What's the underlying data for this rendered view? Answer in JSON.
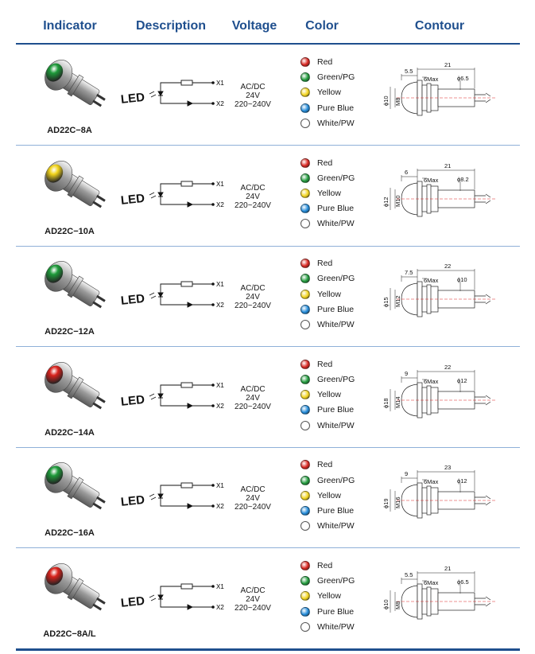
{
  "header": {
    "indicator": "Indicator",
    "description": "Description",
    "voltage": "Voltage",
    "color": "Color",
    "contour": "Contour"
  },
  "colors": {
    "accent": "#1f4f8e",
    "divider": "#8fb0d8",
    "red": "#d8231d",
    "green": "#1e9a3a",
    "yellow": "#f2d41c",
    "blue": "#1e88d8",
    "white": "#ffffff"
  },
  "rows": [
    {
      "model": "AD22C−8A",
      "lens_color": "green",
      "led_label": "LED",
      "x1": "X1",
      "x2": "X2",
      "voltage": [
        "AC/DC",
        "24V",
        "220~240V"
      ],
      "color_options": [
        "Red",
        "Green/PG",
        "Yellow",
        "Pure Blue",
        "White/PW"
      ],
      "dims": {
        "a": "5.5",
        "b": "21",
        "max": "6Max",
        "phi": "ϕ6.5",
        "outer": "ϕ10",
        "thread": "M8"
      }
    },
    {
      "model": "AD22C−10A",
      "lens_color": "yellow",
      "led_label": "LED",
      "x1": "X1",
      "x2": "X2",
      "voltage": [
        "AC/DC",
        "24V",
        "220~240V"
      ],
      "color_options": [
        "Red",
        "Green/PG",
        "Yellow",
        "Pure Blue",
        "White/PW"
      ],
      "dims": {
        "a": "6",
        "b": "21",
        "max": "6Max",
        "phi": "ϕ8.2",
        "outer": "ϕ12",
        "thread": "M10"
      }
    },
    {
      "model": "AD22C−12A",
      "lens_color": "green",
      "led_label": "LED",
      "x1": "X1",
      "x2": "X2",
      "voltage": [
        "AC/DC",
        "24V",
        "220~240V"
      ],
      "color_options": [
        "Red",
        "Green/PG",
        "Yellow",
        "Pure Blue",
        "White/PW"
      ],
      "dims": {
        "a": "7.5",
        "b": "22",
        "max": "6Max",
        "phi": "ϕ10",
        "outer": "ϕ15",
        "thread": "M12"
      }
    },
    {
      "model": "AD22C−14A",
      "lens_color": "red",
      "led_label": "LED",
      "x1": "X1",
      "x2": "X2",
      "voltage": [
        "AC/DC",
        "24V",
        "220~240V"
      ],
      "color_options": [
        "Red",
        "Green/PG",
        "Yellow",
        "Pure Blue",
        "White/PW"
      ],
      "dims": {
        "a": "9",
        "b": "22",
        "max": "6Max",
        "phi": "ϕ12",
        "outer": "ϕ18",
        "thread": "M14"
      }
    },
    {
      "model": "AD22C−16A",
      "lens_color": "green",
      "led_label": "LED",
      "x1": "X1",
      "x2": "X2",
      "voltage": [
        "AC/DC",
        "24V",
        "220~240V"
      ],
      "color_options": [
        "Red",
        "Green/PG",
        "Yellow",
        "Pure Blue",
        "White/PW"
      ],
      "dims": {
        "a": "9",
        "b": "23",
        "max": "6Max",
        "phi": "ϕ12",
        "outer": "ϕ19",
        "thread": "M16"
      }
    },
    {
      "model": "AD22C−8A/L",
      "lens_color": "red",
      "led_label": "LED",
      "x1": "X1",
      "x2": "X2",
      "voltage": [
        "AC/DC",
        "24V",
        "220~240V"
      ],
      "color_options": [
        "Red",
        "Green/PG",
        "Yellow",
        "Pure Blue",
        "White/PW"
      ],
      "dims": {
        "a": "5.5",
        "b": "21",
        "max": "6Max",
        "phi": "ϕ6.5",
        "outer": "ϕ10",
        "thread": "M8"
      }
    }
  ]
}
